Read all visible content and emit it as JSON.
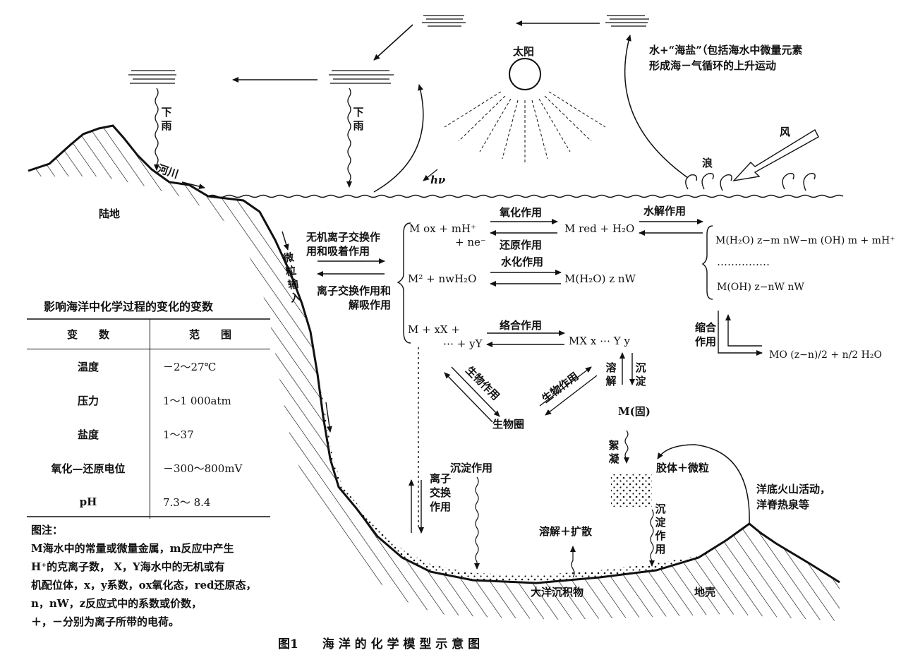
{
  "labels": {
    "sun": "太阳",
    "rain": "下雨",
    "river": "河川",
    "land": "陆地",
    "hv": "hν",
    "wave": "浪",
    "wind": "风",
    "water_salt_line1": "水+“海盐”（包括海水中微量元素",
    "water_salt_line2": "形成海－气循环的上升运动",
    "particle_input": "微粒输入",
    "inorganic_ion_exchange": "无机离子交换作用和吸着作用",
    "ion_exchange_desorption": "离子交换作用和解吸作用",
    "oxidation": "氧化作用",
    "reduction": "还原作用",
    "hydrolysis": "水解作用",
    "hydration": "水化作用",
    "complexation": "络合作用",
    "condensation": "缩合作用",
    "bio_action_1": "生物作用",
    "bio_action_2": "生物作用",
    "biosphere": "生物圈",
    "dissolve": "溶解",
    "precipitate": "沉淀",
    "m_solid": "M(固)",
    "flocculation": "絮凝",
    "colloid_particles": "胶体＋微粒",
    "volcanic": "洋底火山活动，",
    "ridge_springs": "洋脊热泉等",
    "precipitation_action": "沉淀作用",
    "ion_exchange_vertical": "离子交换作用",
    "dissolve_diffuse": "溶解＋扩散",
    "precip_action_vertical": "沉淀作用",
    "ocean_sediment": "大洋沉积物",
    "crust": "地壳"
  },
  "equations": {
    "eq1_left": "M ox + mH⁺",
    "eq1_left2": "+ ne⁻",
    "eq1_right": "M red + H₂O",
    "eq2_left": "M² + nwH₂O",
    "eq2_right": "M(H₂O) z nW",
    "eq3_left": "M + xX +",
    "eq3_left2": "⋯ + yY",
    "eq3_right": "MX x ⋯ Y y",
    "eq4_line1": "M(H₂O) z−m nW−m (OH) m + mH⁺",
    "eq4_dots": "……………",
    "eq4_line3": "M(OH) z−nW nW",
    "eq5": "MO (z−n)/2 + n/2 H₂O"
  },
  "table": {
    "title": "影响海洋中化学过程的变化的变数",
    "header": [
      "变　　数",
      "范　　围"
    ],
    "rows": [
      [
        "温度",
        "－2～27℃"
      ],
      [
        "压力",
        "1～1 000atm"
      ],
      [
        "盐度",
        "1～37"
      ],
      [
        "氧化—还原电位",
        "－300～800mV"
      ],
      [
        "pH",
        "7.3～ 8.4"
      ]
    ]
  },
  "notes": {
    "title": "图注：",
    "line1": "M海水中的常量或微量金属，m反应中产生",
    "line2": "H⁺的克离子数，  X，Y海水中的无机或有",
    "line3": "机配位体，x，y系数，ox氧化态，red还原态，",
    "line4": "n，nW，z反应式中的系数或价数，",
    "line5": "＋，－分别为离子所带的电荷。"
  },
  "caption": "图1　　海 洋 的 化 学 模 型 示 意 图"
}
